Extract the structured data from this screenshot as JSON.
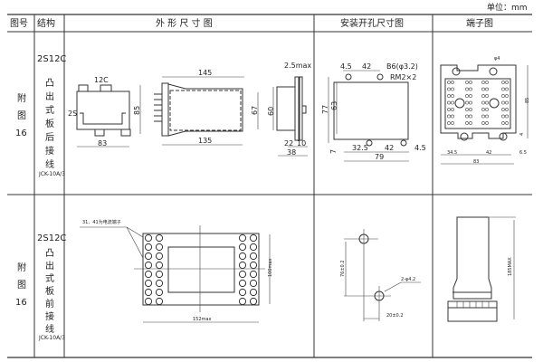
{
  "unit_label": "单位：mm",
  "headers": {
    "fig_no": "图号",
    "structure": "结构",
    "outline": "外 形 尺 寸 图",
    "cutout": "安装开孔尺寸图",
    "terminal": "端子图"
  },
  "rows": [
    {
      "fig_no": [
        "附",
        "图",
        "16"
      ],
      "model": "2S12C",
      "structure_chars": [
        "凸",
        "出",
        "式",
        "板",
        "后",
        "接",
        "线"
      ],
      "type_code": "JCK-10A/3",
      "outline": {
        "label_12c": "12C",
        "label_2s": "2S",
        "height": "85",
        "width": "83",
        "len_top": "145",
        "len_bottom": "135",
        "h67": "67",
        "h60": "60",
        "t25": "2.5max",
        "d22": "22",
        "d10": "10",
        "d38": "38"
      },
      "cutout": {
        "a": "4.5",
        "b": "42",
        "hole": "B6(φ3.2)",
        "rm": "RM2×2",
        "h77": "77",
        "h63": "63",
        "h7": "7",
        "c": "32.5",
        "d": "42",
        "e": "4.5",
        "w": "79"
      },
      "terminal": {
        "phi": "φ4",
        "w1": "34.5",
        "w2": "42",
        "w3": "6.5",
        "w": "83",
        "h": "85",
        "h4": "4",
        "nums_left": [
          "1",
          "2",
          "3",
          "4",
          "5",
          "6",
          "7"
        ],
        "nums_mid": [
          "11",
          "22",
          "33",
          "44",
          "55",
          "66",
          "77"
        ]
      }
    },
    {
      "fig_no": [
        "附",
        "图",
        "16"
      ],
      "model": "2S12C",
      "structure_chars": [
        "凸",
        "出",
        "式",
        "板",
        "前",
        "接",
        "线"
      ],
      "type_code": "JCK-10A/3",
      "outline": {
        "note": "31、41为电流端子",
        "height": "100max",
        "width": "152max"
      },
      "cutout": {
        "h": "76±0.2",
        "hole": "2-φ4.2",
        "w": "20±0.2"
      },
      "terminal": {
        "h": "185MAX"
      }
    }
  ]
}
